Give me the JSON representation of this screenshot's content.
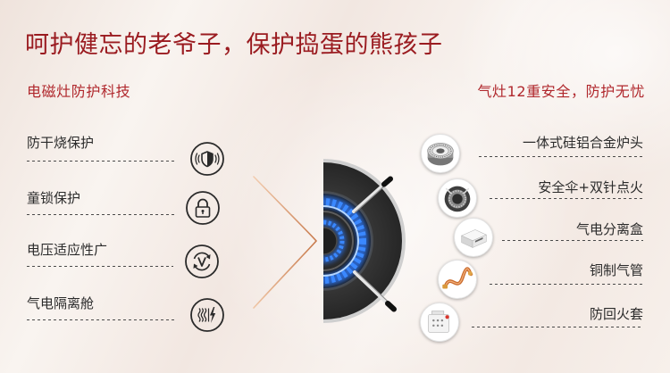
{
  "headline": "呵护健忘的老爷子，保护捣蛋的熊孩子",
  "left_section": {
    "title": "电磁灶防护科技",
    "features": [
      {
        "label": "防干烧保护",
        "icon": "shield-waves-icon"
      },
      {
        "label": "童锁保护",
        "icon": "padlock-icon"
      },
      {
        "label": "电压适应性广",
        "icon": "voltage-cycle-icon"
      },
      {
        "label": "气电隔离舱",
        "icon": "heat-lightning-icon"
      }
    ]
  },
  "right_section": {
    "title": "气灶12重安全，防护无忧",
    "features": [
      {
        "label": "一体式硅铝合金炉头",
        "icon": "burner-head-photo-icon"
      },
      {
        "label": "安全伞+双针点火",
        "icon": "ignition-needle-photo-icon"
      },
      {
        "label": "气电分离盒",
        "icon": "separation-box-photo-icon"
      },
      {
        "label": "铜制气管",
        "icon": "copper-pipe-photo-icon"
      },
      {
        "label": "防回火套",
        "icon": "anti-backfire-sleeve-photo-icon"
      }
    ]
  },
  "colors": {
    "headline": "#9a1b20",
    "section_title": "#b0272c",
    "feature_text": "#2b2b2b",
    "divider_accent": "#c87a4c"
  }
}
